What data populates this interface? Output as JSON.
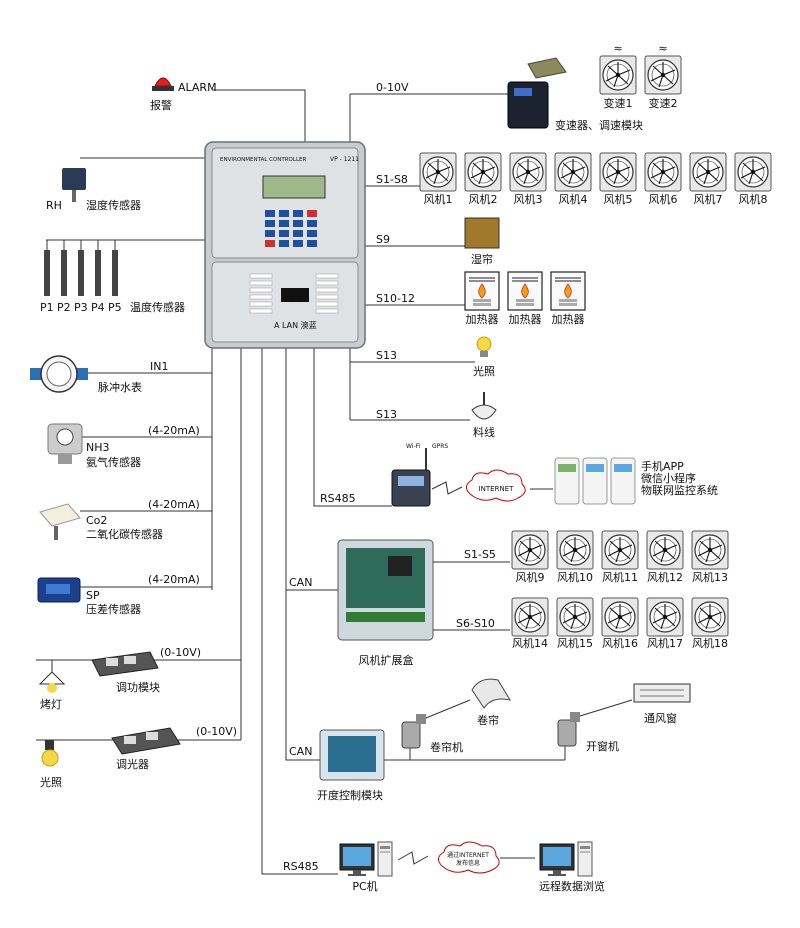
{
  "controller": {
    "brand_text": "ENVIRONMENTAL CONTROLLER",
    "model": "VP - 1211",
    "logo": "A LAN 澳蓝"
  },
  "left_devices": {
    "alarm": {
      "code": "ALARM",
      "name": "报警"
    },
    "humidity": {
      "code": "RH",
      "name": "湿度传感器"
    },
    "temperature": {
      "probes": [
        "P1",
        "P2",
        "P3",
        "P4",
        "P5"
      ],
      "name": "温度传感器"
    },
    "water_meter": {
      "channel": "IN1",
      "name": "脉冲水表"
    },
    "nh3": {
      "signal": "(4-20mA)",
      "code": "NH3",
      "name": "氨气传感器"
    },
    "co2": {
      "signal": "(4-20mA)",
      "code": "Co2",
      "name": "二氧化碳传感器"
    },
    "pressure": {
      "signal": "(4-20mA)",
      "code": "SP",
      "name": "压差传感器"
    },
    "power_module": {
      "signal": "(0-10V)",
      "name": "调功模块",
      "lamp": "烤灯"
    },
    "dimmer": {
      "signal": "(0-10V)",
      "name": "调光器",
      "lamp": "光照"
    }
  },
  "right_devices": {
    "vfd": {
      "signal": "0-10V",
      "name": "变速器、调速模块",
      "fans": [
        "变速1",
        "变速2"
      ]
    },
    "fans_main": {
      "channel": "S1-S8",
      "fans": [
        "风机1",
        "风机2",
        "风机3",
        "风机4",
        "风机5",
        "风机6",
        "风机7",
        "风机8"
      ]
    },
    "wet_curtain": {
      "channel": "S9",
      "name": "湿帘"
    },
    "heaters": {
      "channel": "S10-12",
      "names": [
        "加热器",
        "加热器",
        "加热器"
      ]
    },
    "lighting": {
      "channel": "S13",
      "name": "光照"
    },
    "feed_line": {
      "channel": "S13",
      "name": "料线"
    },
    "network": {
      "channel": "RS485",
      "wifi": "Wi-Fi",
      "gprs": "GPRS",
      "cloud": "INTERNET",
      "apps": [
        "手机APP",
        "微信小程序",
        "物联网监控系统"
      ]
    },
    "fan_expansion": {
      "channel": "CAN",
      "name": "风机扩展盒",
      "group1": {
        "channel": "S1-S5",
        "fans": [
          "风机9",
          "风机10",
          "风机11",
          "风机12",
          "风机13"
        ]
      },
      "group2": {
        "channel": "S6-S10",
        "fans": [
          "风机14",
          "风机15",
          "风机16",
          "风机17",
          "风机18"
        ]
      }
    },
    "opening": {
      "channel": "CAN",
      "module": "开度控制模块",
      "curtain_motor": "卷帘机",
      "curtain": "卷帘",
      "window_motor": "开窗机",
      "window": "通风窗"
    },
    "pc": {
      "channel": "RS485",
      "name": "PC机",
      "cloud": [
        "通过INTERNET",
        "发布信息"
      ],
      "remote": "远程数据浏览"
    }
  }
}
